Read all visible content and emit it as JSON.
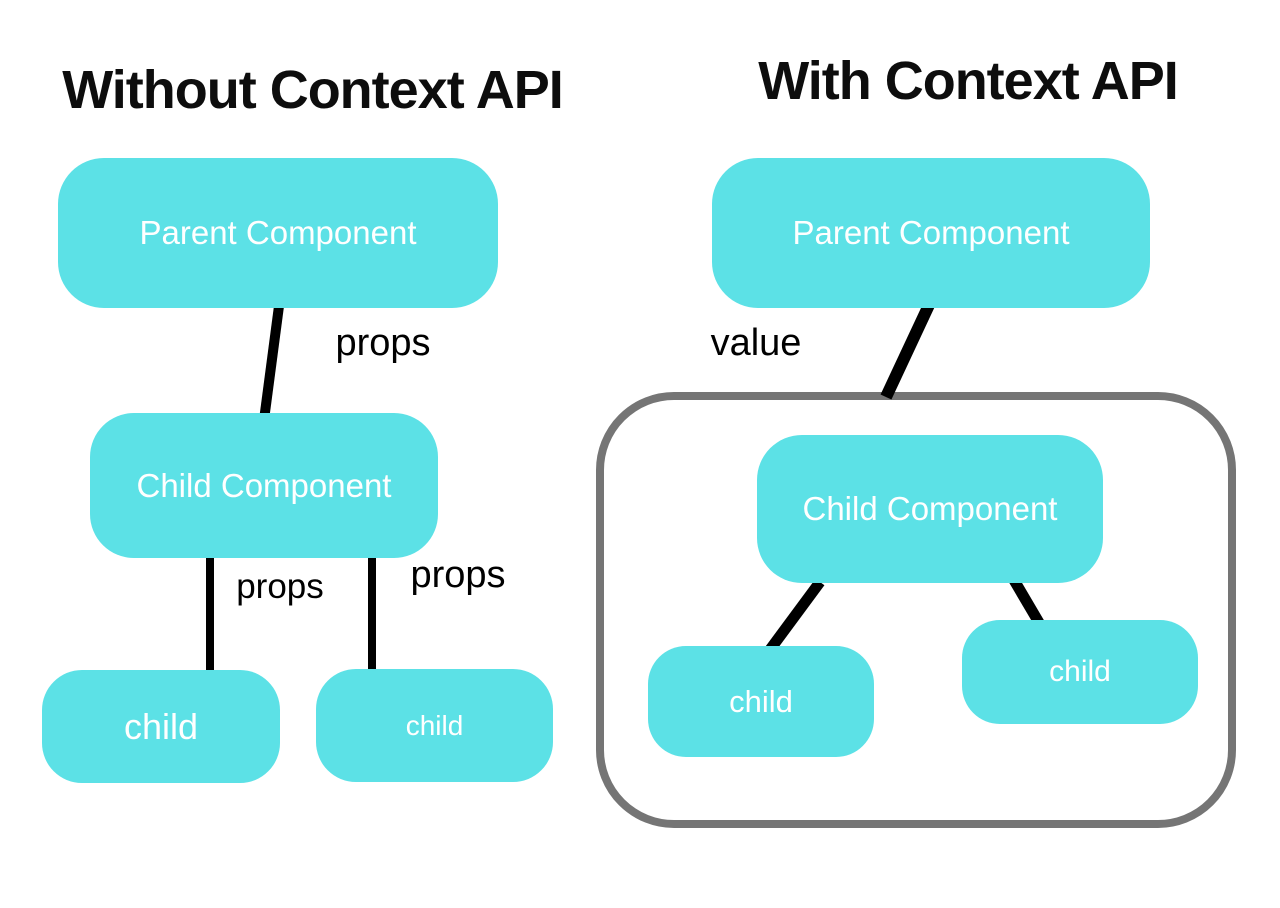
{
  "colors": {
    "background": "#ffffff",
    "node_fill": "#5CE1E6",
    "node_text": "#ffffff",
    "edge_color": "#000000",
    "title_text": "#0d0d0d",
    "context_border": "#757575"
  },
  "left_panel": {
    "title": "Without Context API",
    "nodes": {
      "parent": "Parent Component",
      "child": "Child Component",
      "leaf_left": "child",
      "leaf_right": "child"
    },
    "edge_labels": {
      "parent_to_child": "props",
      "child_to_leaf_left": "props",
      "child_to_leaf_right": "props"
    }
  },
  "right_panel": {
    "title": "With Context API",
    "nodes": {
      "parent": "Parent Component",
      "child": "Child Component",
      "leaf_left": "child",
      "leaf_right": "child"
    },
    "edge_labels": {
      "parent_to_context": "value"
    }
  }
}
